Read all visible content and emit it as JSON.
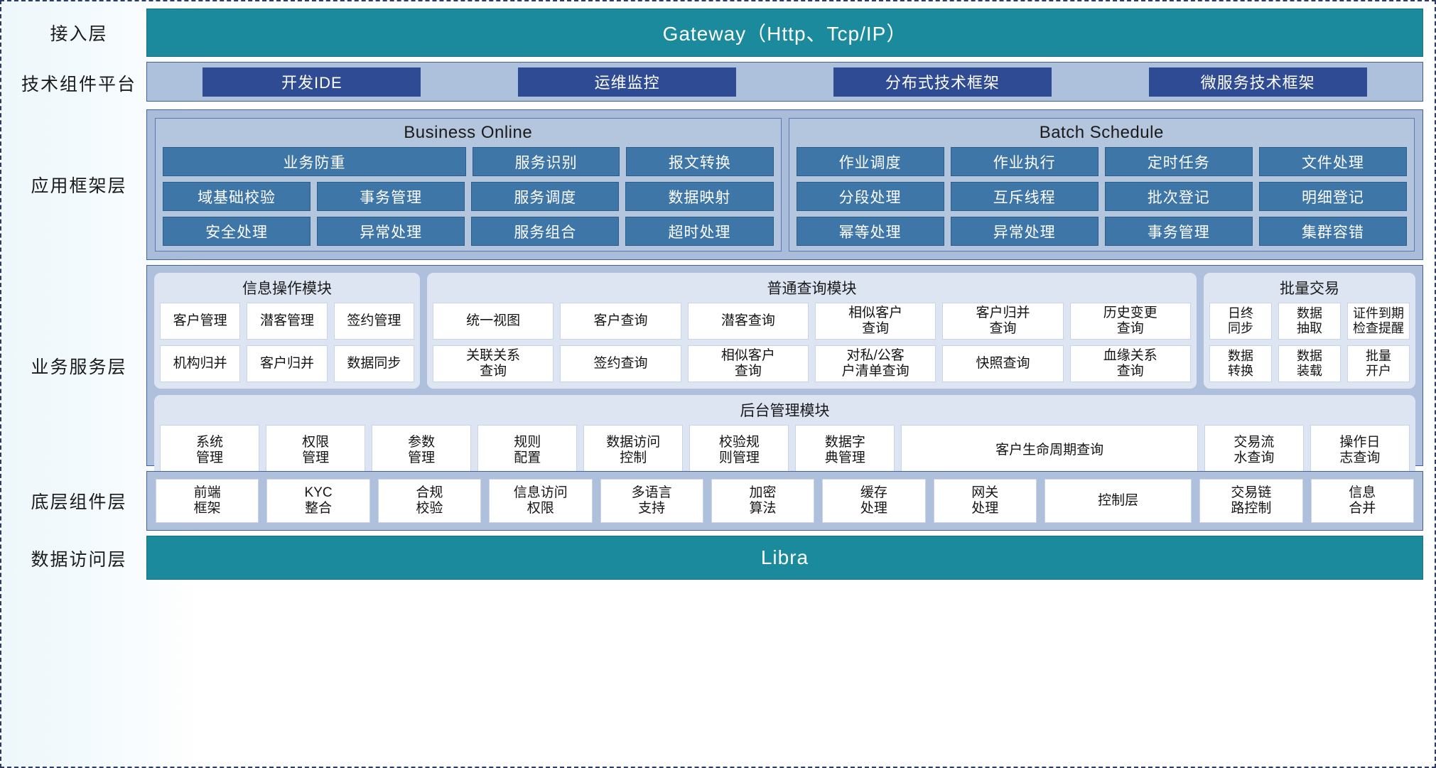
{
  "diagram": {
    "title": "Layered Application Architecture",
    "colors": {
      "teal": "#1b8a9c",
      "tech_chip": "#2e4b93",
      "framework_cell": "#3f76a8",
      "band": "#aec0db",
      "tile": "#ffffff",
      "border": "#41619c"
    }
  },
  "layers": [
    {
      "label": "接入层",
      "bar": "Gateway（Http、Tcp/IP）"
    },
    {
      "label": "技术组件平台",
      "chips": [
        "开发IDE",
        "运维监控",
        "分布式技术框架",
        "微服务技术框架"
      ]
    },
    {
      "label": "应用框架层",
      "groups": [
        {
          "title": "Business Online",
          "rows": [
            [
              {
                "label": "业务防重",
                "span": 2
              },
              {
                "label": "服务识别",
                "span": 1
              },
              {
                "label": "报文转换",
                "span": 1
              }
            ],
            [
              {
                "label": "域基础校验",
                "span": 1
              },
              {
                "label": "事务管理",
                "span": 1
              },
              {
                "label": "服务调度",
                "span": 1
              },
              {
                "label": "数据映射",
                "span": 1
              }
            ],
            [
              {
                "label": "安全处理",
                "span": 1
              },
              {
                "label": "异常处理",
                "span": 1
              },
              {
                "label": "服务组合",
                "span": 1
              },
              {
                "label": "超时处理",
                "span": 1
              }
            ]
          ]
        },
        {
          "title": "Batch Schedule",
          "rows": [
            [
              {
                "label": "作业调度",
                "span": 1
              },
              {
                "label": "作业执行",
                "span": 1
              },
              {
                "label": "定时任务",
                "span": 1
              },
              {
                "label": "文件处理",
                "span": 1
              }
            ],
            [
              {
                "label": "分段处理",
                "span": 1
              },
              {
                "label": "互斥线程",
                "span": 1
              },
              {
                "label": "批次登记",
                "span": 1
              },
              {
                "label": "明细登记",
                "span": 1
              }
            ],
            [
              {
                "label": "幂等处理",
                "span": 1
              },
              {
                "label": "异常处理",
                "span": 1
              },
              {
                "label": "事务管理",
                "span": 1
              },
              {
                "label": "集群容错",
                "span": 1
              }
            ]
          ]
        }
      ]
    },
    {
      "label": "业务服务层",
      "modules": [
        {
          "title": "信息操作模块",
          "rows": [
            [
              "客户管理",
              "潜客管理",
              "签约管理"
            ],
            [
              "机构归并",
              "客户归并",
              "数据同步"
            ]
          ]
        },
        {
          "title": "普通查询模块",
          "rows": [
            [
              "统一视图",
              "客户查询",
              "潜客查询",
              "相似客户\n查询",
              "客户归并\n查询",
              "历史变更\n查询"
            ],
            [
              "关联关系\n查询",
              "签约查询",
              "相似客户\n查询",
              "对私/公客\n户清单查询",
              "快照查询",
              "血缘关系\n查询"
            ]
          ]
        },
        {
          "title": "批量交易",
          "rows": [
            [
              "日终\n同步",
              "数据\n抽取",
              "证件到期\n检查提醒"
            ],
            [
              "数据\n转换",
              "数据\n装载",
              "批量\n开户"
            ]
          ]
        }
      ],
      "admin": {
        "title": "后台管理模块",
        "tiles": [
          {
            "label": "系统\n管理",
            "wide": false
          },
          {
            "label": "权限\n管理",
            "wide": false
          },
          {
            "label": "参数\n管理",
            "wide": false
          },
          {
            "label": "规则\n配置",
            "wide": false
          },
          {
            "label": "数据访问\n控制",
            "wide": false
          },
          {
            "label": "校验规\n则管理",
            "wide": false
          },
          {
            "label": "数据字\n典管理",
            "wide": false
          },
          {
            "label": "客户生命周期查询",
            "wide": true
          },
          {
            "label": "交易流\n水查询",
            "wide": false
          },
          {
            "label": "操作日\n志查询",
            "wide": false
          }
        ]
      }
    },
    {
      "label": "底层组件层",
      "tiles": [
        {
          "label": "前端\n框架",
          "wide": false
        },
        {
          "label": "KYC\n整合",
          "wide": false
        },
        {
          "label": "合规\n校验",
          "wide": false
        },
        {
          "label": "信息访问\n权限",
          "wide": false
        },
        {
          "label": "多语言\n支持",
          "wide": false
        },
        {
          "label": "加密\n算法",
          "wide": false
        },
        {
          "label": "缓存\n处理",
          "wide": false
        },
        {
          "label": "网关\n处理",
          "wide": false
        },
        {
          "label": "控制层",
          "wide": true
        },
        {
          "label": "交易链\n路控制",
          "wide": false
        },
        {
          "label": "信息\n合并",
          "wide": false
        }
      ]
    },
    {
      "label": "数据访问层",
      "bar": "Libra"
    }
  ]
}
